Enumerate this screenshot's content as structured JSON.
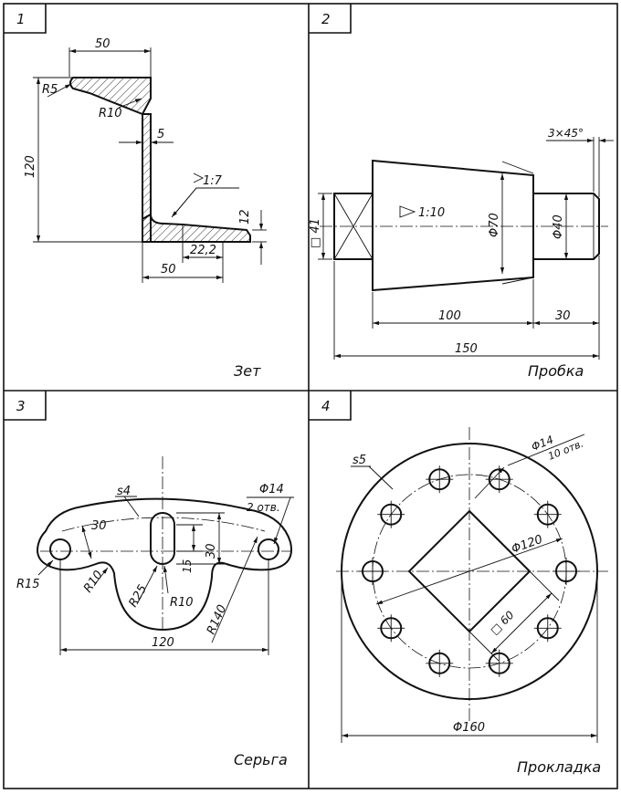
{
  "panels": [
    {
      "number": "1",
      "name": "Зет",
      "dims": {
        "top_width": "50",
        "r_small": "R5",
        "r_inner": "R10",
        "web": "5",
        "height": "120",
        "slope": "1:7",
        "flange_thk": "12",
        "flange_width": "22,2",
        "bottom_width": "50"
      }
    },
    {
      "number": "2",
      "name": "Пробка",
      "dims": {
        "chamfer": "3×45°",
        "square": "□ 41",
        "taper": "1:10",
        "dia_large": "Φ70",
        "dia_small": "Φ40",
        "len_taper": "100",
        "len_end": "30",
        "len_total": "150"
      }
    },
    {
      "number": "3",
      "name": "Серьга",
      "dims": {
        "thickness": "s4",
        "width_arc": "30",
        "hole": "Φ14",
        "holes_count": "2 отв.",
        "r_end": "R15",
        "r_left": "R10",
        "r_slot_outer": "R25",
        "r_slot": "R10",
        "slot_len": "15",
        "slot_len_total": "30",
        "r_large": "R140",
        "span": "120"
      }
    },
    {
      "number": "4",
      "name": "Прокладка",
      "dims": {
        "thickness": "s5",
        "hole": "Φ14",
        "holes_count": "10 отв.",
        "bolt_circle": "Φ120",
        "square": "□ 60",
        "outer": "Φ160"
      }
    }
  ]
}
